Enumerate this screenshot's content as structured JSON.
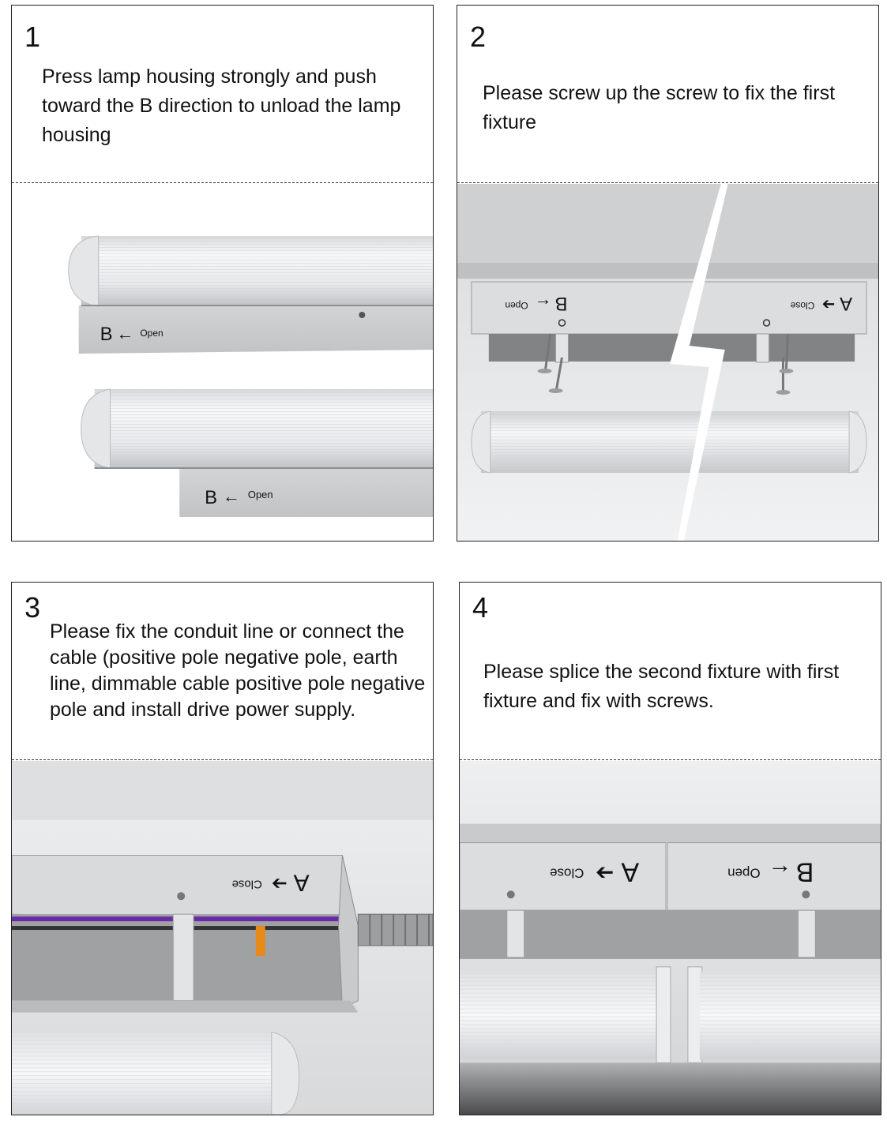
{
  "steps": [
    {
      "number": "1",
      "text": "Press lamp housing strongly and push toward the B direction to unload the lamp housing"
    },
    {
      "number": "2",
      "text": "Please screw up the screw to fix the first fixture"
    },
    {
      "number": "3",
      "text": "Please fix the conduit line or connect the cable (positive pole negative pole, earth line, dimmable cable positive pole negative pole and install drive power supply."
    },
    {
      "number": "4",
      "text": "Please splice the second fixture with first fixture and fix with screws."
    }
  ],
  "labels": {
    "b_letter": "B",
    "a_letter": "A",
    "open": "Open",
    "close": "Close",
    "arrow_left": "←",
    "arrow_right": "➔"
  },
  "colors": {
    "housing": "#c9cacc",
    "diffuser": "#eef0f2",
    "wire_purple": "#6a2aa8",
    "connector_orange": "#e88a1a",
    "ceiling": "#e2e3e5"
  }
}
